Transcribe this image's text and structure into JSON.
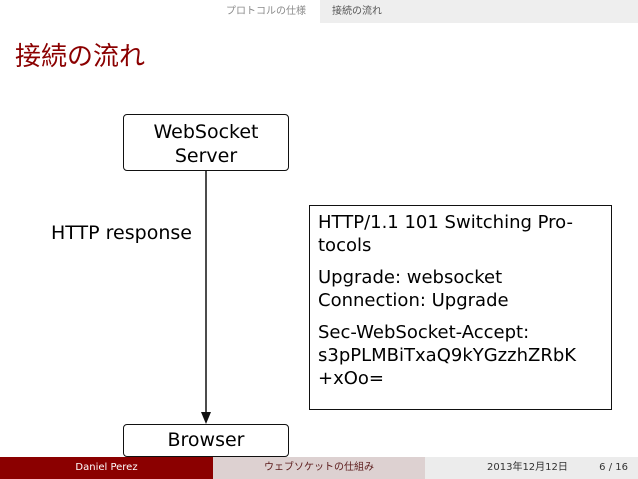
{
  "nav": {
    "section": "プロトコルの仕様",
    "subsection": "接続の流れ"
  },
  "slide": {
    "title": "接続の流れ"
  },
  "diagram": {
    "server_line1": "WebSocket",
    "server_line2": "Server",
    "client": "Browser",
    "edge_label": "HTTP response",
    "response": {
      "line1": "HTTP/1.1 101 Switching Pro-",
      "line2": "tocols",
      "line3": "Upgrade:  websocket",
      "line4": "Connection:  Upgrade",
      "line5": "Sec-WebSocket-Accept:",
      "line6": "s3pPLMBiTxaQ9kYGzzhZRbK",
      "line7": "+xOo="
    }
  },
  "footer": {
    "author": "Daniel Perez",
    "talk_title": "ウェブソケットの仕組み",
    "date": "2013年12月12日",
    "page": "6 / 16"
  },
  "colors": {
    "accent": "#8b0000",
    "footer_mid": "#ddd1d1",
    "footer_right": "#ececec"
  }
}
